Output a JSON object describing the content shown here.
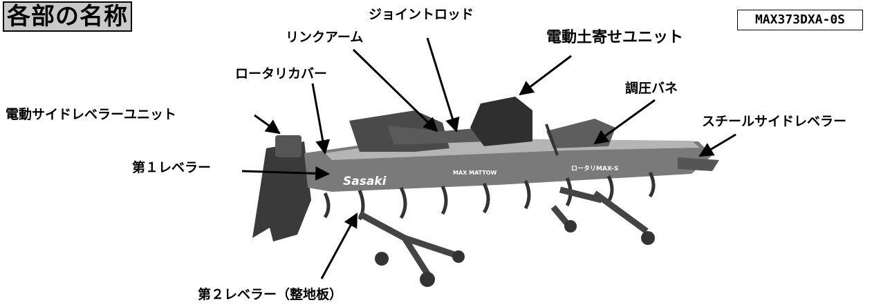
{
  "title": "各部の名称",
  "model": "MAX373DXA-0S",
  "logo": "Sasaki",
  "plate_text": "MAX MATTOW",
  "plate_text2": "ロータリMAX-S",
  "labels": {
    "joint_rod": "ジョイントロッド",
    "link_arm": "リンクアーム",
    "electric_ridger": "電動土寄せユニット",
    "rotary_cover": "ロータリカバー",
    "spring": "調圧バネ",
    "electric_side_leveler": "電動サイドレベラーユニット",
    "steel_side_leveler": "スチールサイドレベラー",
    "leveler1": "第１レベラー",
    "leveler2": "第２レベラー（整地板）"
  },
  "colors": {
    "machine_dark": "#3a3a3a",
    "machine_mid": "#7a7a7a",
    "machine_light": "#b5b5b5",
    "title_bg": "#c9c9c9"
  }
}
